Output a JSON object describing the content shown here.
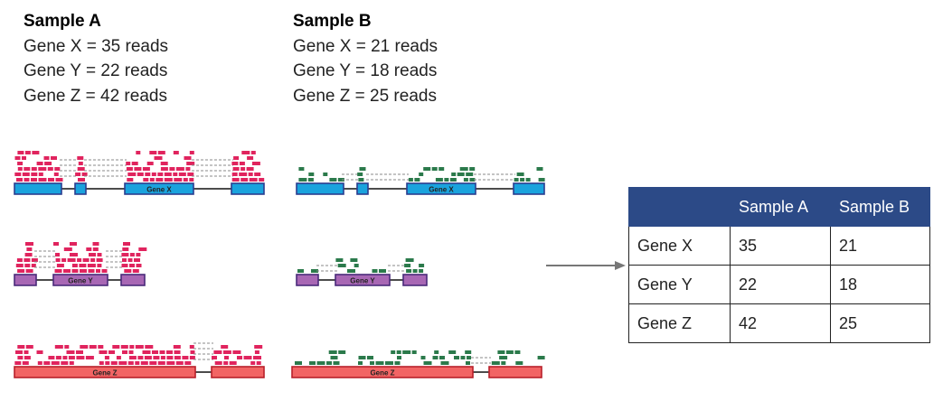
{
  "samples": [
    {
      "title": "Sample A",
      "lines": [
        "Gene X = 35 reads",
        "Gene Y = 22 reads",
        "Gene Z = 42 reads"
      ]
    },
    {
      "title": "Sample B",
      "lines": [
        "Gene X = 21 reads",
        "Gene Y = 18 reads",
        "Gene Z = 25 reads"
      ]
    }
  ],
  "genes": [
    {
      "label": "Gene X",
      "color": "#1aa3dd",
      "border": "#2b3d8f"
    },
    {
      "label": "Gene Y",
      "color": "#a867b4",
      "border": "#4a2a7a"
    },
    {
      "label": "Gene Z",
      "color": "#f26464",
      "border": "#b8202a"
    }
  ],
  "read_colors": {
    "sample_a": "#e0245e",
    "sample_b": "#2b7a4b"
  },
  "table": {
    "headers": [
      "",
      "Sample A",
      "Sample B"
    ],
    "rows": [
      [
        "Gene X",
        "35",
        "21"
      ],
      [
        "Gene Y",
        "22",
        "18"
      ],
      [
        "Gene Z",
        "42",
        "25"
      ]
    ],
    "header_color": "#2c4a87"
  }
}
